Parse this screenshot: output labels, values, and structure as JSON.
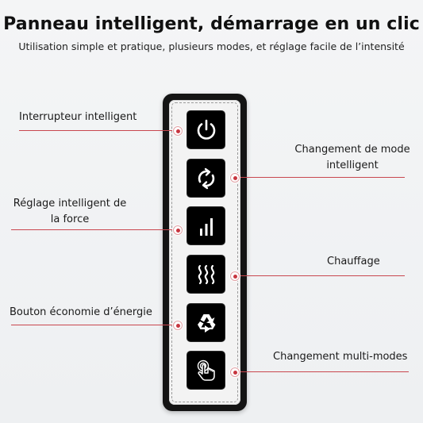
{
  "header": {
    "title": "Panneau intelligent, démarrage en un clic",
    "subtitle": "Utilisation simple et pratique, plusieurs modes, et réglage facile de l’intensité"
  },
  "colors": {
    "accent": "#c7353f",
    "panel": "#141414",
    "button": "#000000"
  },
  "buttons": [
    {
      "icon": "power-icon",
      "label": "Interrupteur intelligent",
      "side": "left"
    },
    {
      "icon": "cycle-arrows-icon",
      "label_line1": "Changement de mode",
      "label_line2": "intelligent",
      "side": "right"
    },
    {
      "icon": "signal-bars-icon",
      "label_line1": "Réglage intelligent de",
      "label_line2": "la force",
      "side": "left"
    },
    {
      "icon": "heat-waves-icon",
      "label": "Chauffage",
      "side": "right"
    },
    {
      "icon": "recycle-icon",
      "label": "Bouton économie d’énergie",
      "side": "left"
    },
    {
      "icon": "touch-hand-icon",
      "label": "Changement multi-modes",
      "side": "right"
    }
  ]
}
